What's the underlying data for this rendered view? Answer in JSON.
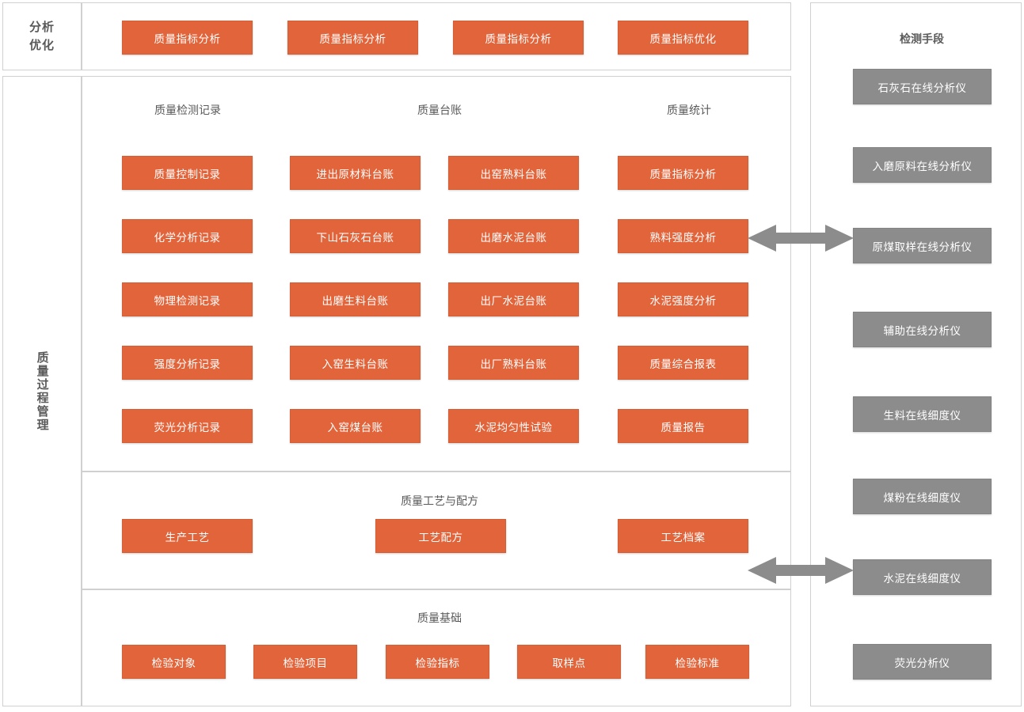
{
  "diagram": {
    "title_left_top": "分析\n优化",
    "analysis_label_line1": "分析",
    "analysis_label_line2": "优化",
    "process_label": "质量过程管理",
    "colors": {
      "card_orange": "#e2643a",
      "card_gray": "#8c8c8c",
      "panel_border": "#d0d0d0",
      "text_gray": "#595959",
      "arrow_gray": "#8c8c8c"
    }
  },
  "analysis_row": {
    "cards": [
      {
        "label": "质量指标分析"
      },
      {
        "label": "质量指标分析"
      },
      {
        "label": "质量指标分析"
      },
      {
        "label": "质量指标优化"
      }
    ]
  },
  "records_section": {
    "column_titles": [
      {
        "label": "质量检测记录"
      },
      {
        "label": "质量台账"
      },
      {
        "label": "质量统计"
      }
    ],
    "col1": [
      {
        "label": "质量控制记录"
      },
      {
        "label": "化学分析记录"
      },
      {
        "label": "物理检测记录"
      },
      {
        "label": "强度分析记录"
      },
      {
        "label": "荧光分析记录"
      }
    ],
    "col2": [
      {
        "label": "进出原材料台账"
      },
      {
        "label": "下山石灰石台账"
      },
      {
        "label": "出磨生料台账"
      },
      {
        "label": "入窑生料台账"
      },
      {
        "label": "入窑煤台账"
      }
    ],
    "col3": [
      {
        "label": "出窑熟料台账"
      },
      {
        "label": "出磨水泥台账"
      },
      {
        "label": "出厂水泥台账"
      },
      {
        "label": "出厂熟料台账"
      },
      {
        "label": "水泥均匀性试验"
      }
    ],
    "col4": [
      {
        "label": "质量指标分析"
      },
      {
        "label": "熟料强度分析"
      },
      {
        "label": "水泥强度分析"
      },
      {
        "label": "质量综合报表"
      },
      {
        "label": "质量报告"
      }
    ]
  },
  "process_recipe_section": {
    "title": "质量工艺与配方",
    "cards": [
      {
        "label": "生产工艺"
      },
      {
        "label": "工艺配方"
      },
      {
        "label": "工艺档案"
      }
    ]
  },
  "quality_base_section": {
    "title": "质量基础",
    "cards": [
      {
        "label": "检验对象"
      },
      {
        "label": "检验项目"
      },
      {
        "label": "检验指标"
      },
      {
        "label": "取样点"
      },
      {
        "label": "检验标准"
      }
    ]
  },
  "detection_section": {
    "title": "检测手段",
    "cards": [
      {
        "label": "石灰石在线分析仪"
      },
      {
        "label": "入磨原料在线分析仪"
      },
      {
        "label": "原煤取样在线分析仪"
      },
      {
        "label": "辅助在线分析仪"
      },
      {
        "label": "生料在线细度仪"
      },
      {
        "label": "煤粉在线细度仪"
      },
      {
        "label": "水泥在线细度仪"
      },
      {
        "label": "荧光分析仪"
      }
    ]
  },
  "connectors": [
    {
      "name": "arrow-top",
      "direction": "bidirectional"
    },
    {
      "name": "arrow-bottom",
      "direction": "bidirectional"
    }
  ]
}
